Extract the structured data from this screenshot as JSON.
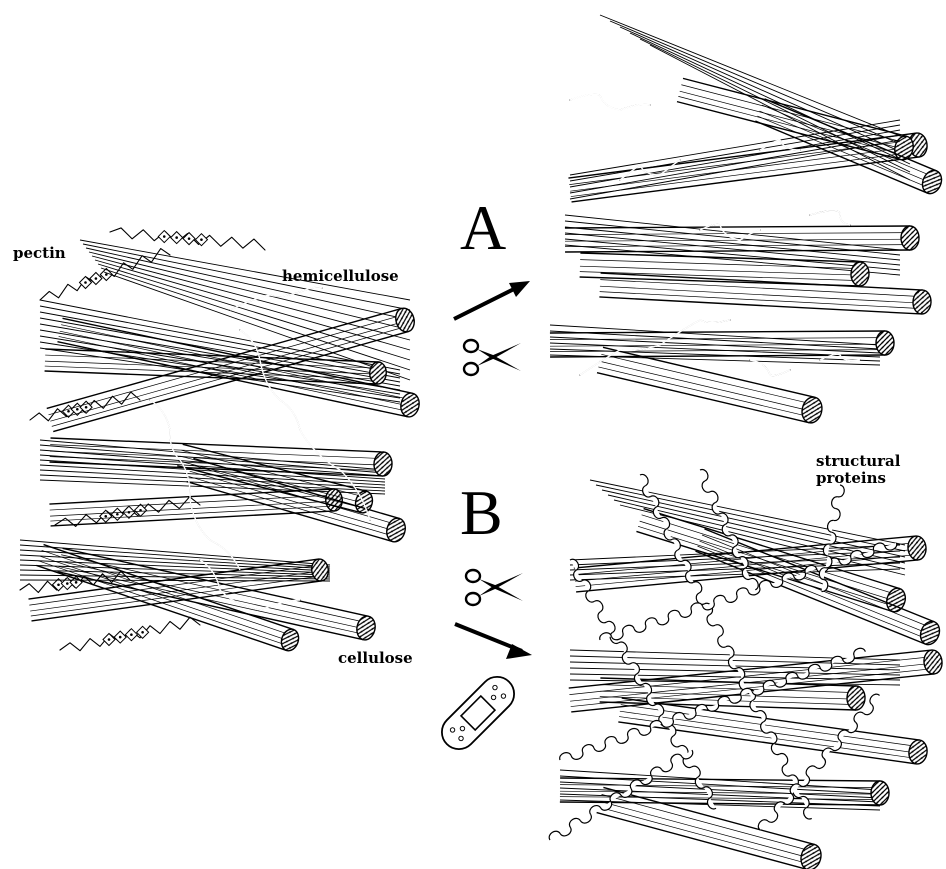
{
  "labels": {
    "pectin": "pectin",
    "hemicellulose": "hemicellulose",
    "cellulose": "cellulose",
    "structural_proteins_line1": "structural",
    "structural_proteins_line2": "proteins"
  },
  "panels": {
    "a": "A",
    "b": "B"
  },
  "icons": {
    "scissors_a": "scissors-icon",
    "scissors_b": "scissors-icon",
    "bandage": "bandage-icon",
    "arrow_a": "arrow-icon",
    "arrow_b": "arrow-icon"
  },
  "colors": {
    "ink": "#000000",
    "background": "#ffffff"
  }
}
